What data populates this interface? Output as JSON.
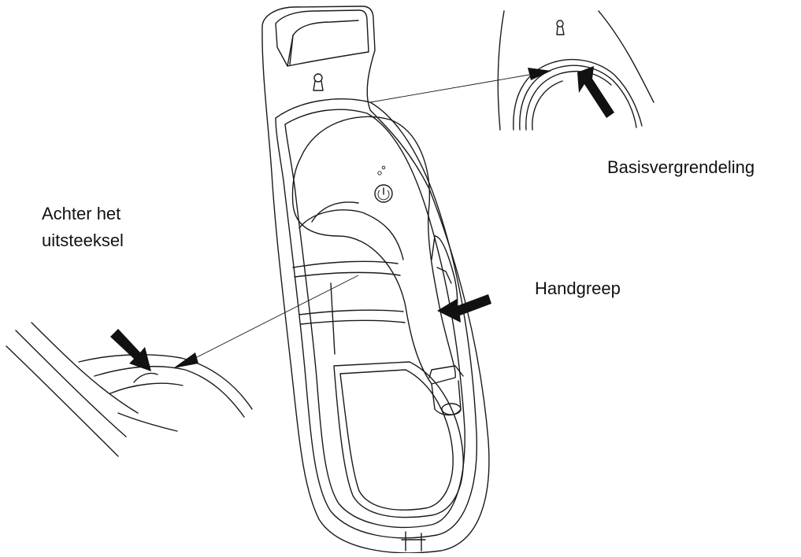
{
  "labels": {
    "base_lock": "Basisvergrendeling",
    "handle": "Handgreep",
    "behind_line1": "Achter het",
    "behind_line2": "uitsteeksel"
  }
}
